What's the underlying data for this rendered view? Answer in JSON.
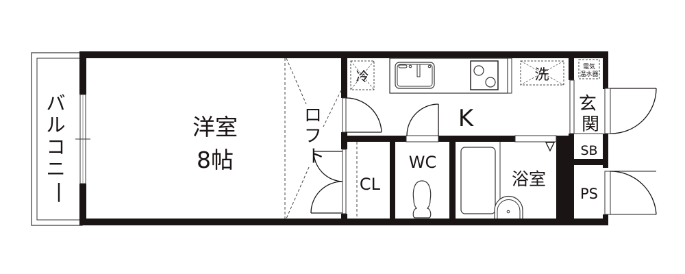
{
  "floor_plan": {
    "colors": {
      "wall": "#1a1414",
      "background": "#ffffff",
      "line": "#333333"
    },
    "rooms": {
      "balcony": {
        "label": "バルコニー"
      },
      "western_room": {
        "label": "洋室",
        "size": "8帖"
      },
      "loft": {
        "label": "ロフト"
      },
      "kitchen": {
        "label": "K"
      },
      "closet": {
        "label": "CL"
      },
      "toilet": {
        "label": "WC"
      },
      "bathroom": {
        "label": "浴室"
      },
      "entrance": {
        "label": "玄関"
      },
      "shoe_box": {
        "label": "SB"
      },
      "pipe_space": {
        "label": "PS"
      }
    },
    "fixtures": {
      "refrigerator": {
        "label": "冷"
      },
      "washer": {
        "label": "洗"
      },
      "water_heater": {
        "line1": "電気",
        "line2": "温水器"
      }
    }
  }
}
